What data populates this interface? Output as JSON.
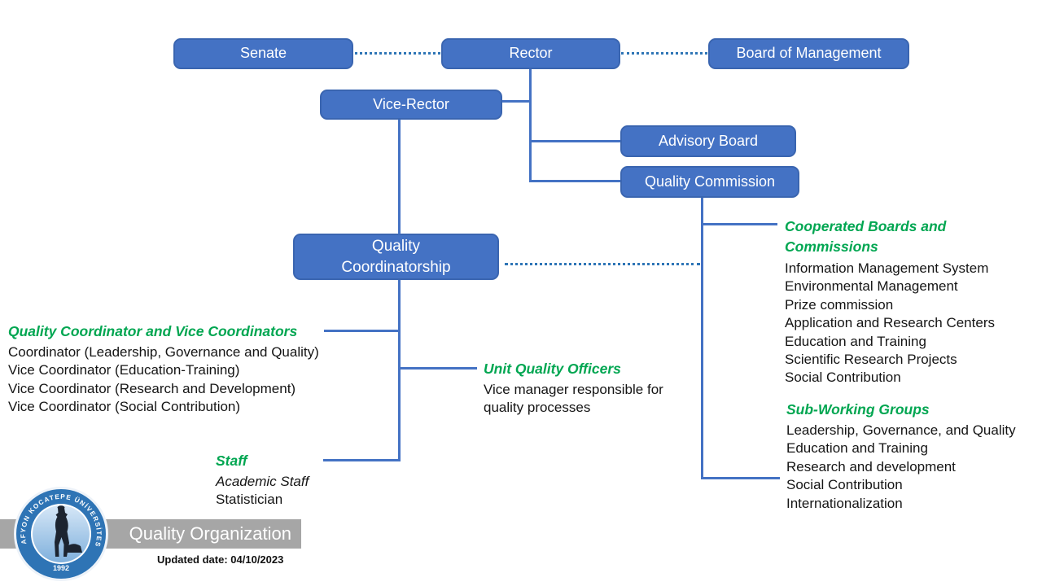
{
  "title": "Quality Organization",
  "colors": {
    "box_fill": "#4472C4",
    "box_border": "#3A65B0",
    "connector_blue": "#4472C4",
    "dotted_blue": "#2E75B6",
    "heading_green": "#00A651",
    "banner_gray": "#A6A6A6",
    "logo_blue": "#2E74B5"
  },
  "boxes": {
    "senate": "Senate",
    "rector": "Rector",
    "board_of_management": "Board of Management",
    "vice_rector": "Vice-Rector",
    "advisory_board": "Advisory Board",
    "quality_commission": "Quality Commission",
    "quality_coordinatorship": "Quality Coordinatorship"
  },
  "groups": {
    "coordinators": {
      "heading": "Quality Coordinator and Vice Coordinators",
      "items": [
        "Coordinator (Leadership, Governance and Quality)",
        "Vice Coordinator (Education-Training)",
        "Vice Coordinator (Research and Development)",
        "Vice Coordinator (Social Contribution)"
      ]
    },
    "unit_quality_officers": {
      "heading": "Unit Quality Officers",
      "description": "Vice manager responsible for quality processes"
    },
    "staff": {
      "heading": "Staff",
      "items": [
        "Academic Staff",
        "Statistician"
      ]
    },
    "cooperated_boards": {
      "heading": "Cooperated Boards and Commissions",
      "items": [
        "Information Management System",
        "Environmental Management",
        "Prize commission",
        "Application and Research Centers",
        "Education and Training",
        "Scientific Research Projects",
        "Social Contribution"
      ]
    },
    "sub_working_groups": {
      "heading": "Sub-Working Groups",
      "items": [
        "Leadership, Governance, and Quality",
        "Education and Training",
        "Research and development",
        "Social Contribution",
        "Internationalization"
      ]
    }
  },
  "footer": {
    "banner_title": "Quality Organization",
    "updated": "Updated date: 04/10/2023",
    "logo_ring_text": "AFYON KOCATEPE ÜNİVERSİTESİ",
    "logo_year": "1992"
  }
}
